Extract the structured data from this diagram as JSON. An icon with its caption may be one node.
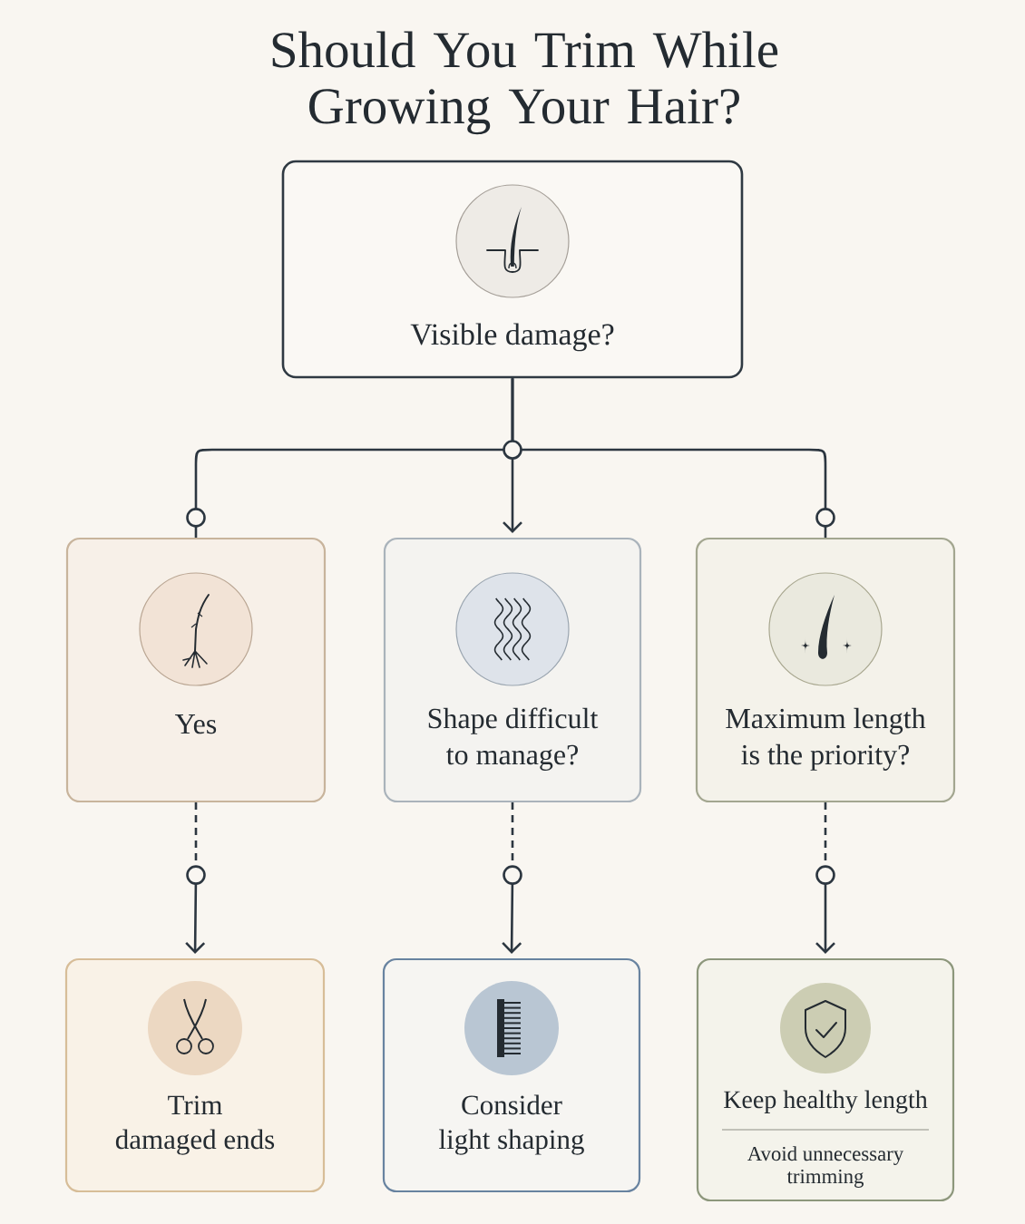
{
  "diagram": {
    "title": "Should You Trim While Growing Your Hair?",
    "nodes": [
      {
        "text": [
          "Visible damage?"
        ]
      },
      {
        "text": [
          "Yes"
        ]
      },
      {
        "text": [
          "Shape difficult to manage?"
        ]
      },
      {
        "text": [
          "Maximum length is the priority?"
        ]
      },
      {
        "text": [
          "Trim damaged ends"
        ]
      },
      {
        "text": [
          "Consider light shaping"
        ]
      },
      {
        "text": [
          "Keep healthy length",
          "Avoid unnecessary trimming"
        ]
      }
    ],
    "edges": [
      {
        "from": 0,
        "to": 1,
        "arrow": "none"
      },
      {
        "from": 0,
        "to": 2,
        "arrow": "to"
      },
      {
        "from": 0,
        "to": 3,
        "arrow": "none"
      },
      {
        "from": 1,
        "to": 4,
        "arrow": "to",
        "style": "dashed"
      },
      {
        "from": 2,
        "to": 5,
        "arrow": "to",
        "style": "dashed"
      },
      {
        "from": 3,
        "to": 6,
        "arrow": "to",
        "style": "dashed"
      }
    ]
  }
}
